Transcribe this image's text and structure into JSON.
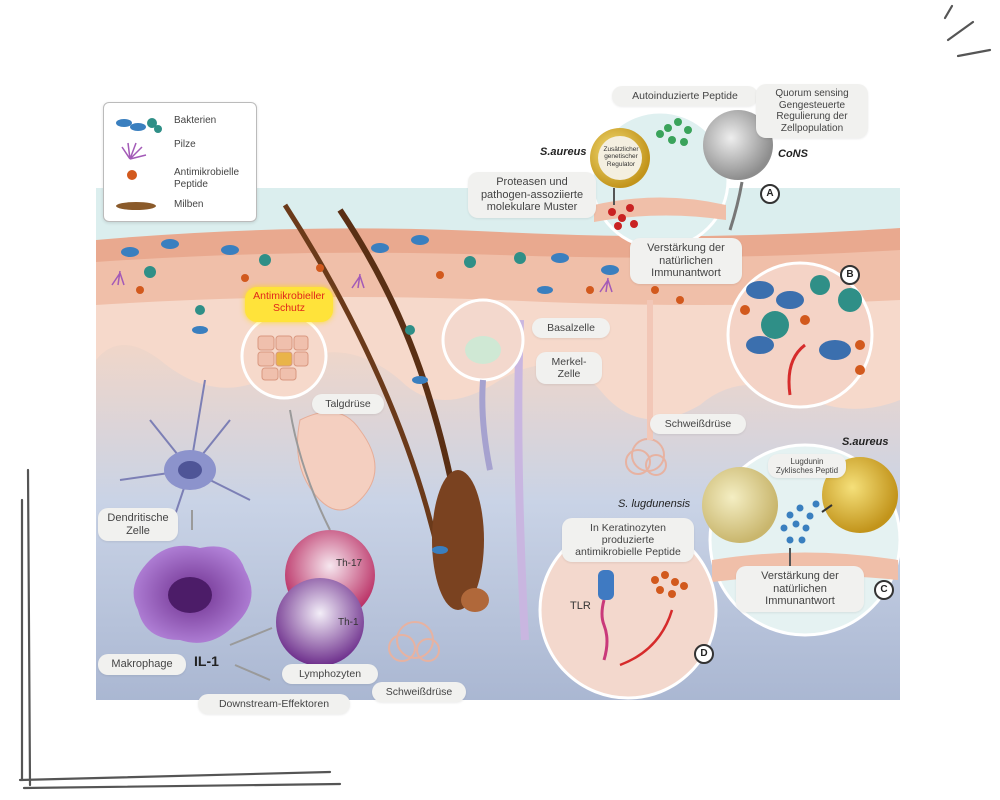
{
  "legend": {
    "items": [
      {
        "label": "Bakterien",
        "icon": "bacteria-icon"
      },
      {
        "label": "Pilze",
        "icon": "fungi-icon"
      },
      {
        "label": "Antimikrobielle Peptide",
        "icon": "peptide-icon"
      },
      {
        "label": "Milben",
        "icon": "mite-icon"
      }
    ]
  },
  "labels": {
    "antimicrobial_protection": "Antimikrobieller Schutz",
    "autoinduced_peptides": "Autoinduzierte Peptide",
    "quorum_sensing": "Quorum sensing Gengesteuerte Regulierung der Zellpopulation",
    "s_aureus_top": "S.aureus",
    "cons": "CoNS",
    "additional_regulator": "Zusätzlicher genetischer Regulator",
    "proteases": "Proteasen und pathogen-assoziierte molekulare Muster",
    "innate_boost_a": "Verstärkung der natürlichen Immunantwort",
    "basal_cell": "Basalzelle",
    "merkel_cell": "Merkel-Zelle",
    "sebaceous_gland": "Talgdrüse",
    "sweat_gland_right": "Schweißdrüse",
    "sweat_gland_bottom": "Schweißdrüse",
    "dendritic_cell": "Dendritische Zelle",
    "macrophage": "Makrophage",
    "il1": "IL-1",
    "th17": "Th-17",
    "th1": "Th-1",
    "lymphocytes": "Lymphozyten",
    "downstream": "Downstream-Effektoren",
    "s_lugdunensis": "S. lugdunensis",
    "s_aureus_right": "S.aureus",
    "lugdunin": "Lugdunin Zyklisches Peptid",
    "innate_boost_c": "Verstärkung der natürlichen Immunantwort",
    "keratinocytes": "In Keratinozyten produzierte antimikrobielle Peptide",
    "tlr": "TLR",
    "marker_a": "A",
    "marker_b": "B",
    "marker_c": "C",
    "marker_d": "D"
  },
  "colors": {
    "skin": "#f3c9b6",
    "dermis": "#f7ddd0",
    "deep": "#b9c6dc",
    "sky": "#d6ecef",
    "bacteria": "#3a7fbf",
    "teal": "#2f8f87",
    "peptide": "#d2591d",
    "hair": "#6b3a1a",
    "fungi": "#a35ab7",
    "highlight": "#ffe33a"
  }
}
